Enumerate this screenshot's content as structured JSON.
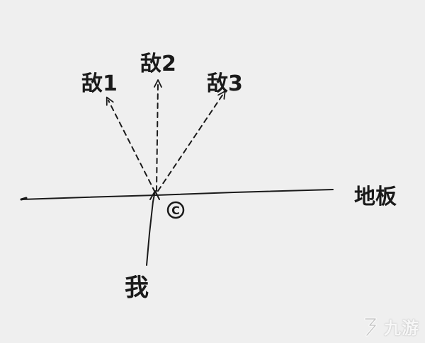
{
  "labels": {
    "enemy_1": "敌1",
    "enemy_2": "敌2",
    "enemy_3": "敌3",
    "floor": "地板",
    "me": "我",
    "point_c": "C"
  },
  "watermark": {
    "text": "九游"
  },
  "colors": {
    "ink": "#1a1a1a",
    "paper": "#efefef"
  },
  "icons": {
    "watermark_logo": "jiuyou-logo-icon"
  }
}
